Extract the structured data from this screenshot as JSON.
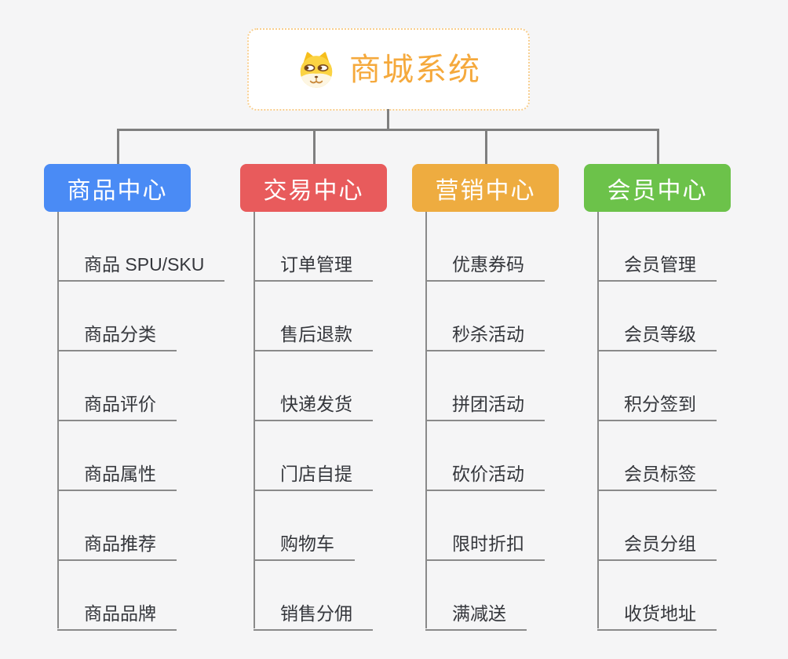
{
  "root": {
    "title": "商城系统",
    "icon": "doge-icon"
  },
  "branches": [
    {
      "label": "商品中心",
      "color": "#4A8BF5",
      "items": [
        "商品 SPU/SKU",
        "商品分类",
        "商品评价",
        "商品属性",
        "商品推荐",
        "商品品牌"
      ]
    },
    {
      "label": "交易中心",
      "color": "#E85B5C",
      "items": [
        "订单管理",
        "售后退款",
        "快递发货",
        "门店自提",
        "购物车",
        "销售分佣"
      ]
    },
    {
      "label": "营销中心",
      "color": "#EEAC40",
      "items": [
        "优惠券码",
        "秒杀活动",
        "拼团活动",
        "砍价活动",
        "限时折扣",
        "满减送"
      ]
    },
    {
      "label": "会员中心",
      "color": "#6CC24A",
      "items": [
        "会员管理",
        "会员等级",
        "积分签到",
        "会员标签",
        "会员分组",
        "收货地址"
      ]
    }
  ],
  "colors": {
    "background": "#F5F5F6",
    "root_title": "#F5A93C",
    "root_border": "#F8CE8E",
    "connector": "#7F7F7F",
    "item_line": "#8A8A8A",
    "item_text": "#35373C",
    "node_text": "#FFFFFF"
  }
}
